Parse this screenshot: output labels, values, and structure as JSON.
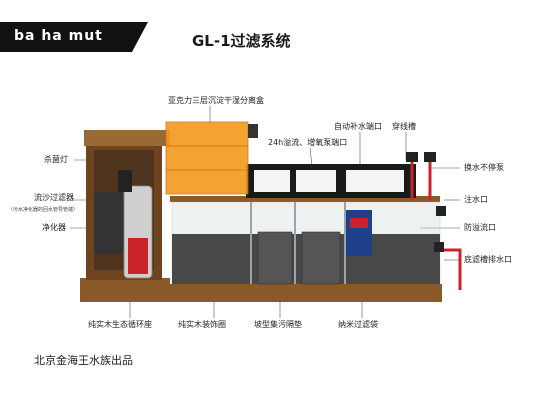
{
  "brand": {
    "text": "ba ha mut"
  },
  "title": "GL-1过滤系统",
  "labels": {
    "acrylic_box": "亚克力三层沉淀干湿分离盒",
    "surge_24h": "24h溢流、增氧泵端口",
    "auto_top_up": "自动补水端口",
    "cable_slot": "穿线槽",
    "uv_lamp": "杀菌灯",
    "sand_filter": "流沙过滤器",
    "sand_filter_note": "（污水净化器的回水管导管端）",
    "purifier": "净化器",
    "nonstop_change": "换水不停泵",
    "inlet": "注水口",
    "overflow": "防溢流口",
    "drain": "底滤槽排水口",
    "wood_base": "纯实木生态循环座",
    "wood_trim": "纯实木装饰圈",
    "slope_pad": "坡型集污隔垫",
    "nano_bag": "纳米过滤袋"
  },
  "footer": "北京金海王水族出品",
  "colors": {
    "brand_bg": "#111111",
    "acrylic": "#f39a1e",
    "wood": "#8b5a2b",
    "glass": "#cfd8dc",
    "red_pipe": "#c8242a"
  }
}
